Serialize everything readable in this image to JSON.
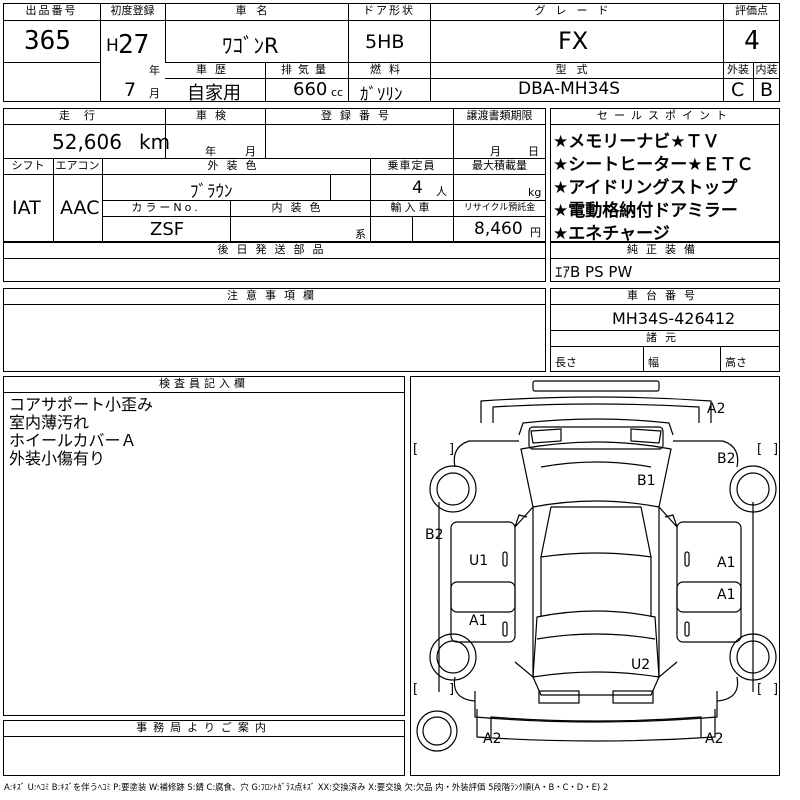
{
  "header": {
    "lot_label": "出品番号",
    "lot_value": "365",
    "reg_label": "初度登録",
    "era_letter": "H",
    "year_value": "27",
    "year_unit": "年",
    "month_value": "7",
    "month_unit": "月",
    "name_label": "車名",
    "name_value": "ﾜｺﾞﾝR",
    "door_label": "ドア形状",
    "door_value": "5HB",
    "grade_label": "グレード",
    "grade_value": "FX",
    "score_label": "評価点",
    "score_value": "4",
    "history_label": "車歴",
    "history_value": "自家用",
    "disp_label": "排気量",
    "disp_value": "660",
    "disp_unit": "cc",
    "fuel_label": "燃料",
    "fuel_value": "ｶﾞｿﾘﾝ",
    "model_label": "型式",
    "model_value": "DBA-MH34S",
    "ext_label": "外装",
    "ext_value": "C",
    "int_label": "内装",
    "int_value": "B"
  },
  "row2": {
    "mileage_label": "走行",
    "mileage_value": "52,606",
    "mileage_unit": "km",
    "inspection_label": "車検",
    "insp_year_unit": "年",
    "insp_month_unit": "月",
    "plate_label": "登録番号",
    "transfer_label": "譲渡書類期限",
    "transfer_month_unit": "月",
    "transfer_day_unit": "日",
    "shift_label": "シフト",
    "shift_value": "IAT",
    "ac_label": "エアコン",
    "ac_value": "AAC",
    "ext_color_label": "外装色",
    "ext_color_value": "ﾌﾞﾗｳﾝ",
    "seats_label": "乗車定員",
    "seats_value": "4",
    "seats_unit": "人",
    "load_label": "最大積載量",
    "load_unit": "kg",
    "color_no_label": "カラーNo.",
    "color_no_value": "ZSF",
    "int_color_label": "内装色",
    "int_color_unit": "系",
    "import_label": "輸入車",
    "recycle_label": "リサイクル預託金",
    "recycle_value": "8,460",
    "recycle_unit": "円"
  },
  "sales": {
    "label": "セールスポイント",
    "items": [
      "★メモリーナビ★ＴＶ",
      "★シートヒーター★ＥＴＣ",
      "★アイドリングストップ",
      "★電動格納付ドアミラー",
      "★エネチャージ"
    ]
  },
  "later_parts_label": "後日発送部品",
  "equipment": {
    "label": "純正装備",
    "value": "ｴｱB PS PW"
  },
  "caution_label": "注意事項欄",
  "chassis": {
    "label": "車台番号",
    "value": "MH34S-426412"
  },
  "specs": {
    "label": "諸元",
    "length": "長さ",
    "width": "幅",
    "height": "高さ"
  },
  "inspector": {
    "label": "検査員記入欄",
    "notes": [
      "コアサポート小歪み",
      "室内薄汚れ",
      "ホイールカバーＡ",
      "外装小傷有り"
    ]
  },
  "office_label": "事務局よりご案内",
  "diagram": {
    "marks": [
      "A2",
      "B2",
      "B1",
      "B2",
      "U1",
      "A1",
      "A1",
      "A1",
      "U2",
      "A2",
      "A2"
    ],
    "brackets": [
      "[",
      "]",
      "[",
      "]",
      "[",
      "]",
      "[",
      "]"
    ]
  },
  "legend": "A:ｷｽﾞ U:ﾍｺﾐ B:ｷｽﾞを伴うﾍｺﾐ P:要塗装 W:補修跡 S:錆 C:腐食、穴 G:ﾌﾛﾝﾄｶﾞﾗｽ点ｷｽﾞ XX:交換済み X:要交換 欠:欠品 内・外装評価 5段階ﾗﾝｸ順(A・B・C・D・E) 2"
}
